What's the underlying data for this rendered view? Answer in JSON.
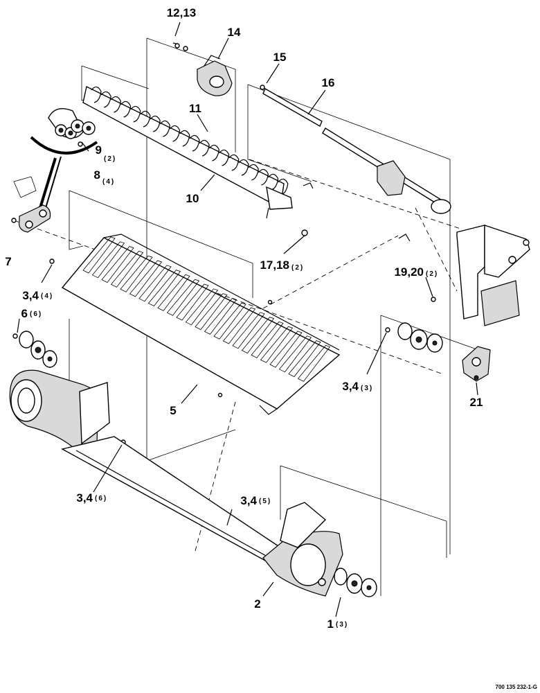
{
  "callouts": [
    {
      "id": "c1213",
      "label": "12,13",
      "qty": ""
    },
    {
      "id": "c14",
      "label": "14",
      "qty": ""
    },
    {
      "id": "c15",
      "label": "15",
      "qty": ""
    },
    {
      "id": "c16",
      "label": "16",
      "qty": ""
    },
    {
      "id": "c11",
      "label": "11",
      "qty": ""
    },
    {
      "id": "c9",
      "label": "9",
      "qty": "(2)"
    },
    {
      "id": "c8",
      "label": "8",
      "qty": "(4)"
    },
    {
      "id": "c10",
      "label": "10",
      "qty": ""
    },
    {
      "id": "c7",
      "label": "7",
      "qty": ""
    },
    {
      "id": "c1718",
      "label": "17,18",
      "qty": "(2)"
    },
    {
      "id": "c1920",
      "label": "19,20",
      "qty": "(2)"
    },
    {
      "id": "c34a",
      "label": "3,4",
      "qty": "(4)"
    },
    {
      "id": "c6",
      "label": "6",
      "qty": "(6)"
    },
    {
      "id": "c34b",
      "label": "3,4",
      "qty": "(3)"
    },
    {
      "id": "c21",
      "label": "21",
      "qty": ""
    },
    {
      "id": "c5",
      "label": "5",
      "qty": ""
    },
    {
      "id": "c34c",
      "label": "3,4",
      "qty": "(6)"
    },
    {
      "id": "c34d",
      "label": "3,4",
      "qty": "(5)"
    },
    {
      "id": "c2",
      "label": "2",
      "qty": ""
    },
    {
      "id": "c1",
      "label": "1",
      "qty": "(3)"
    }
  ],
  "drawing_number": "700 135 232-1-G"
}
